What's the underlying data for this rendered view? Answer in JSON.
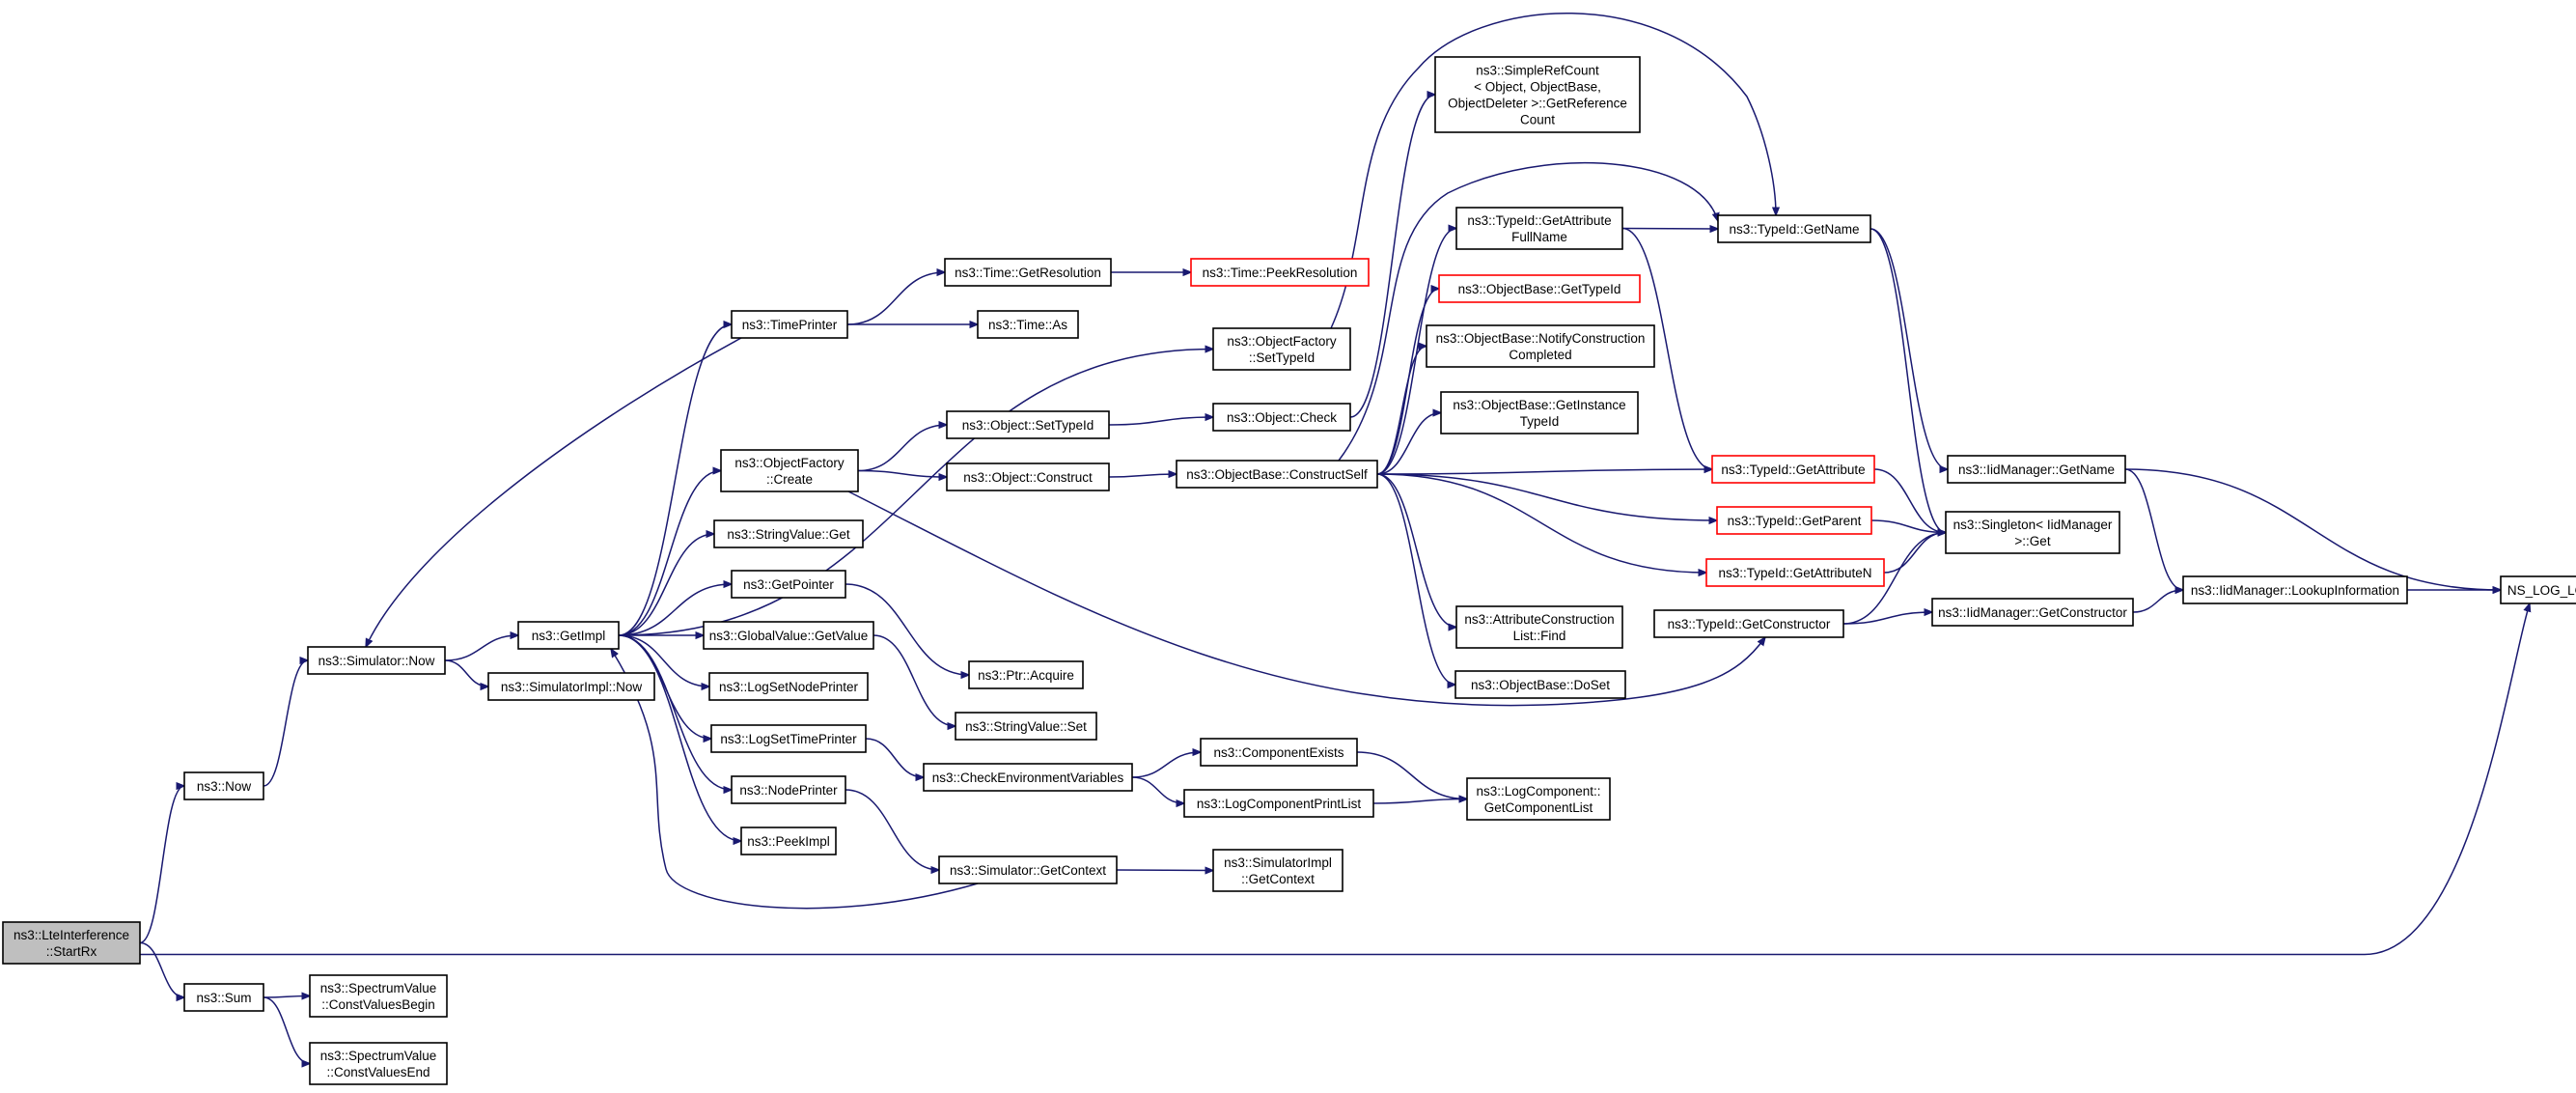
{
  "diagram": {
    "type": "call-graph",
    "colors": {
      "edge": "#191970",
      "node_border": "#000000",
      "link_border": "#ff0000",
      "root_fill": "#bfbfbf"
    },
    "nodes": {
      "lteinterference_startrx": {
        "label": [
          "ns3::LteInterference",
          "::StartRx"
        ],
        "root": true
      },
      "now": {
        "label": [
          "ns3::Now"
        ]
      },
      "sum": {
        "label": [
          "ns3::Sum"
        ]
      },
      "spectrum_begin": {
        "label": [
          "ns3::SpectrumValue",
          "::ConstValuesBegin"
        ]
      },
      "spectrum_end": {
        "label": [
          "ns3::SpectrumValue",
          "::ConstValuesEnd"
        ]
      },
      "simulator_now": {
        "label": [
          "ns3::Simulator::Now"
        ]
      },
      "getimpl": {
        "label": [
          "ns3::GetImpl"
        ]
      },
      "simulatorimpl_now": {
        "label": [
          "ns3::SimulatorImpl::Now"
        ]
      },
      "timeprinter": {
        "label": [
          "ns3::TimePrinter"
        ]
      },
      "time_getresolution": {
        "label": [
          "ns3::Time::GetResolution"
        ]
      },
      "time_peekresolution": {
        "label": [
          "ns3::Time::PeekResolution"
        ],
        "link": true
      },
      "time_as": {
        "label": [
          "ns3::Time::As"
        ]
      },
      "objectfactory_create": {
        "label": [
          "ns3::ObjectFactory",
          "::Create"
        ]
      },
      "stringvalue_get": {
        "label": [
          "ns3::StringValue::Get"
        ]
      },
      "getpointer": {
        "label": [
          "ns3::GetPointer"
        ]
      },
      "globalvalue_getvalue": {
        "label": [
          "ns3::GlobalValue::GetValue"
        ]
      },
      "logsetnodeprinter": {
        "label": [
          "ns3::LogSetNodePrinter"
        ]
      },
      "logsettimeprinter": {
        "label": [
          "ns3::LogSetTimePrinter"
        ]
      },
      "nodeprinter": {
        "label": [
          "ns3::NodePrinter"
        ]
      },
      "peekimpl": {
        "label": [
          "ns3::PeekImpl"
        ]
      },
      "objectfactory_settypeid": {
        "label": [
          "ns3::ObjectFactory",
          "::SetTypeId"
        ]
      },
      "object_settypeid": {
        "label": [
          "ns3::Object::SetTypeId"
        ]
      },
      "object_check": {
        "label": [
          "ns3::Object::Check"
        ]
      },
      "object_construct": {
        "label": [
          "ns3::Object::Construct"
        ]
      },
      "objectbase_constructself": {
        "label": [
          "ns3::ObjectBase::ConstructSelf"
        ]
      },
      "ptr_acquire": {
        "label": [
          "ns3::Ptr::Acquire"
        ]
      },
      "stringvalue_set": {
        "label": [
          "ns3::StringValue::Set"
        ]
      },
      "checkenvvars": {
        "label": [
          "ns3::CheckEnvironmentVariables"
        ]
      },
      "componentexists": {
        "label": [
          "ns3::ComponentExists"
        ]
      },
      "logcomponentprintlist": {
        "label": [
          "ns3::LogComponentPrintList"
        ]
      },
      "simulator_getcontext": {
        "label": [
          "ns3::Simulator::GetContext"
        ]
      },
      "simulatorimpl_getcontext": {
        "label": [
          "ns3::SimulatorImpl",
          "::GetContext"
        ]
      },
      "simplerefcount": {
        "label": [
          "ns3::SimpleRefCount",
          "< Object, ObjectBase,",
          "ObjectDeleter >::GetReference",
          "Count"
        ]
      },
      "typeid_getattributefullname": {
        "label": [
          "ns3::TypeId::GetAttribute",
          "FullName"
        ]
      },
      "objectbase_gettypeid": {
        "label": [
          "ns3::ObjectBase::GetTypeId"
        ],
        "link": true
      },
      "objectbase_notifyconstruction": {
        "label": [
          "ns3::ObjectBase::NotifyConstruction",
          "Completed"
        ]
      },
      "objectbase_getinstancetypeid": {
        "label": [
          "ns3::ObjectBase::GetInstance",
          "TypeId"
        ]
      },
      "attributeconstructionlist_find": {
        "label": [
          "ns3::AttributeConstruction",
          "List::Find"
        ]
      },
      "objectbase_doset": {
        "label": [
          "ns3::ObjectBase::DoSet"
        ]
      },
      "typeid_getname": {
        "label": [
          "ns3::TypeId::GetName"
        ]
      },
      "typeid_getattribute": {
        "label": [
          "ns3::TypeId::GetAttribute"
        ],
        "link": true
      },
      "typeid_getparent": {
        "label": [
          "ns3::TypeId::GetParent"
        ],
        "link": true
      },
      "typeid_getattributen": {
        "label": [
          "ns3::TypeId::GetAttributeN"
        ],
        "link": true
      },
      "typeid_getconstructor": {
        "label": [
          "ns3::TypeId::GetConstructor"
        ]
      },
      "logcomponent_getcomponentlist": {
        "label": [
          "ns3::LogComponent::",
          "GetComponentList"
        ]
      },
      "iidmanager_getname": {
        "label": [
          "ns3::IidManager::GetName"
        ]
      },
      "singleton_get": {
        "label": [
          "ns3::Singleton< IidManager",
          ">::Get"
        ]
      },
      "iidmanager_getconstructor": {
        "label": [
          "ns3::IidManager::GetConstructor"
        ]
      },
      "iidmanager_lookupinformation": {
        "label": [
          "ns3::IidManager::LookupInformation"
        ]
      },
      "ns_log_logic": {
        "label": [
          "NS_LOG_LOGIC"
        ]
      }
    }
  }
}
